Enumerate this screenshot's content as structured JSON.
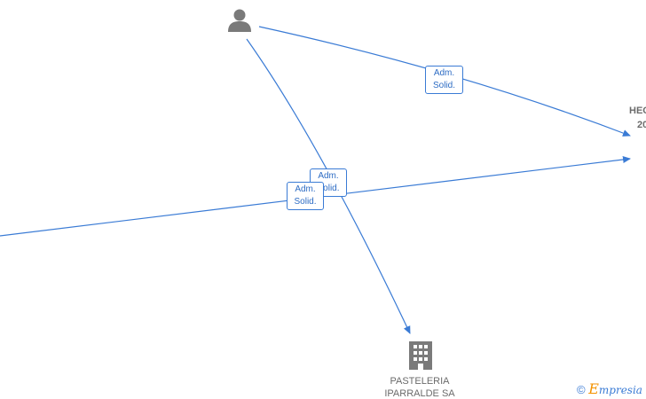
{
  "diagram": {
    "edge_labels": [
      {
        "line1": "Adm.",
        "line2": "Solid."
      },
      {
        "line1": "Adm.",
        "line2": "Solid."
      },
      {
        "line1": "Adm.",
        "line2": "Solid."
      }
    ],
    "company_node": {
      "line1": "PASTELERIA",
      "line2": "IPARRALDE SA"
    },
    "cut_node": {
      "line1": "HEC",
      "line2": "20"
    }
  },
  "watermark": {
    "symbol": "©",
    "brand_initial": "E",
    "brand_rest": "mpresia"
  },
  "colors": {
    "edge": "#3a7bd5",
    "node_icon": "#7a7a7a",
    "brand_orange": "#f39200"
  },
  "icons": [
    "person-icon",
    "building-icon",
    "copyright-icon"
  ]
}
